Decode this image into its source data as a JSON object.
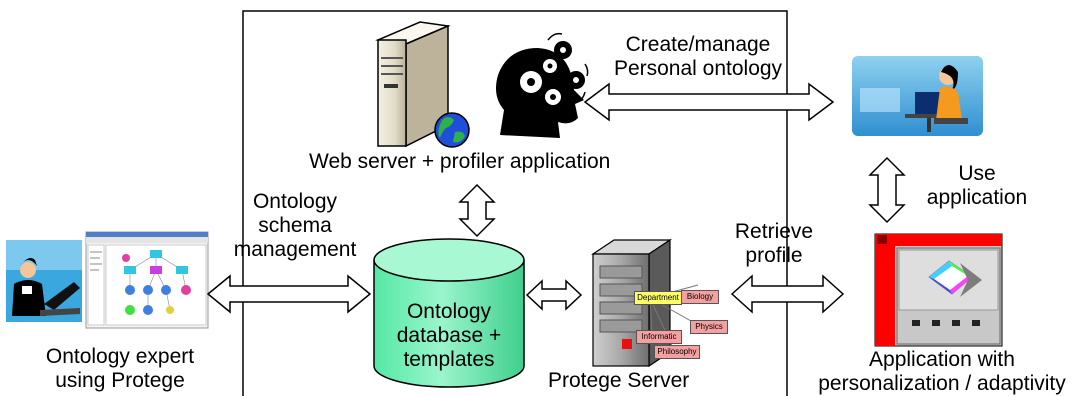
{
  "labels": {
    "create_manage": [
      "Create/manage",
      "Personal ontology"
    ],
    "web_server": "Web server + profiler application",
    "use_application": [
      "Use",
      "application"
    ],
    "ontology_schema": [
      "Ontology",
      "schema",
      "management"
    ],
    "retrieve_profile": [
      "Retrieve",
      "profile"
    ],
    "database": [
      "Ontology",
      "database +",
      "templates"
    ],
    "protege_server": "Protege Server",
    "ontology_expert": [
      "Ontology expert",
      "using Protege"
    ],
    "application_with": [
      "Application with",
      "personalization / adaptivity"
    ]
  },
  "protege_nodes": {
    "department": "Department",
    "biology": "Biology",
    "physics": "Physics",
    "informatic": "Informatic",
    "philosophy": "Philosophy"
  },
  "colors": {
    "cylinder_fill": "#66f0b0",
    "cylinder_top": "#a8f8d4",
    "app_window_bar": "#ff0000",
    "app_window_body": "#c8c8c8",
    "protege_node": "#f4a0a0",
    "department_node": "#ffff66"
  },
  "icons": [
    "server-icon",
    "globe-icon",
    "head-gears-icon",
    "user-at-computer-icon",
    "user-with-laptop-icon",
    "protege-screenshot-icon",
    "database-cylinder-icon",
    "protege-server-icon",
    "application-window-icon"
  ]
}
